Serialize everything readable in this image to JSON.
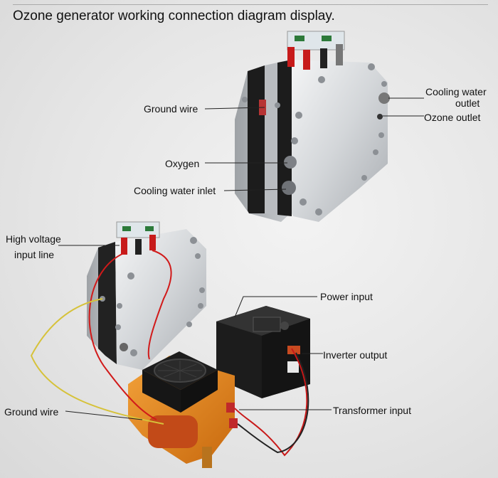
{
  "title": "Ozone generator working connection diagram display.",
  "labels": {
    "ground_wire_top": "Ground wire",
    "oxygen": "Oxygen",
    "cooling_water_inlet": "Cooling water inlet",
    "cooling_water_outlet_1": "Cooling water",
    "cooling_water_outlet_2": "outlet",
    "ozone_outlet": "Ozone outlet",
    "high_voltage_1": "High voltage",
    "high_voltage_2": "input line",
    "power_input": "Power input",
    "inverter_output": "Inverter output",
    "ground_wire_bottom": "Ground wire",
    "transformer_input": "Transformer input"
  },
  "colors": {
    "aluminum": "#c9ccd0",
    "gasket": "#1b1b1b",
    "transformer": "#e58a1e",
    "inverter": "#1e1e1e",
    "hv_wire": "#d11a1a",
    "ground_wire": "#d6c23a"
  }
}
